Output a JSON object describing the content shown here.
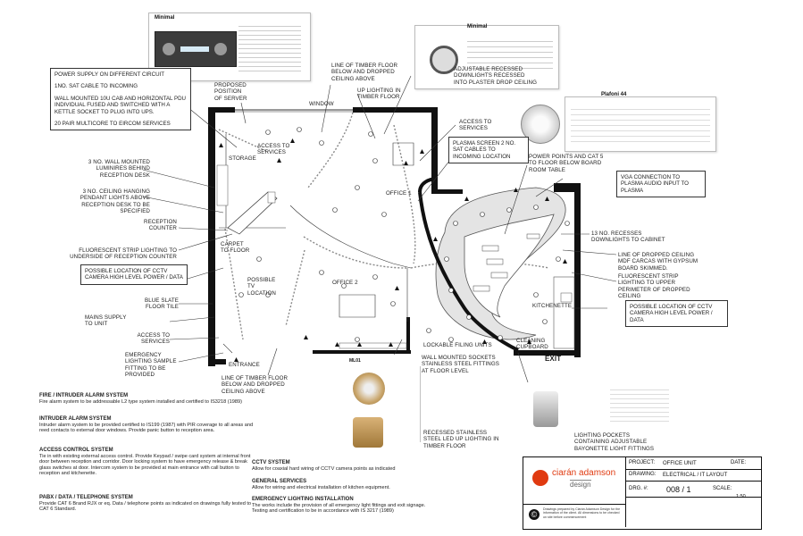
{
  "drawing": {
    "notes_left": {
      "power_supply": [
        "POWER SUPPLY ON DIFFERENT CIRCUIT",
        "1No. SAT CABLE TO INCOMING",
        "WALL MOUNTED 10U CAB AND HORIZONTAL PDU INDIVIDUAL FUSED AND SWITCHED WITH A KETTLE SOCKET TO PLUG INTO UPS.",
        "20 PAIR MULTICORE TO EIRCOM SERVICES"
      ],
      "wall_luminaires": "3 No. WALL MOUNTED LUMINIRES BEHIND RECEPTION DESK",
      "pendant_lights": "3 No. CEILING HANGING PENDANT LIGHTS ABOVE RECEPTION DESK TO BE SPECIFIED",
      "reception_counter": "RECEPTION COUNTER",
      "fluorescent_strip": "FLUORESCENT STRIP LIGHTING TO UNDERSIDE OF RECEPTION COUNTER",
      "cctv_reception": "POSSIBLE LOCATION OF CCTV CAMERA HIGH LEVEL POWER / DATA",
      "blue_slate": "BLUE SLATE FLOOR TILE",
      "mains_supply": "MAINS SUPPLY TO UNIT",
      "access_services_left": "ACCESS TO SERVICES",
      "emergency_lighting": "EMERGENCY LIGHTING SAMPLE FITTING TO BE PROVIDED"
    },
    "notes_top": {
      "server": "PROPOSED POSITION OF SERVER",
      "timber_floor_top": "LINE OF TIMBER FLOOR BELOW AND DROPPED CEILING ABOVE",
      "uplighting": "UP LIGHTING IN TIMBER FLOOR",
      "downlights_plaster": "ADJUSTABLE RECESSED DOWNLIGHTS RECESSED INTO PLASTER DROP CEILING",
      "access_services_top": "ACCESS TO SERVICES",
      "plasma_screen": "PLASMA SCREEN 2 No. SAT CABLES TO INCOMING LOCATION",
      "power_points": "POWER POINTS AND CAT 5 TO FLOOR BELOW BOARD ROOM TABLE"
    },
    "notes_right": {
      "vga": "VGA CONNECTION TO PLASMA AUDIO INPUT TO PLASMA",
      "recessed_downlights": "13 No. RECESSES DOWNLIGHTS TO CABINET",
      "dropped_ceiling": "LINE OF DROPPED CEILING MDF CARCAS WITH GYPSUM BOARD SKIMMED.",
      "fluorescent_upper": "FLUORESCENT STRIP LIGHTING TO UPPER PERIMETER OF DROPPED CEILING",
      "cctv_right": "POSSIBLE LOCATION OF CCTV CAMERA HIGH LEVEL POWER / DATA"
    },
    "notes_bottom": {
      "timber_floor_bottom": "LINE OF TIMBER FLOOR BELOW AND DROPPED CEILING ABOVE",
      "mounted_sockets": "WALL MOUNTED SOCKETS STAINLESS STEEL FITTINGS AT FLOOR LEVEL",
      "recessed_steel": "RECESSED STAINLESS STEEL LED UP LIGHTING IN TIMBER FLOOR",
      "lighting_pockets": "LIGHTING POCKETS CONTAINING ADJUSTABLE BAYONETTE LIGHT FITTINGS"
    },
    "room_labels": {
      "window": "WINDOW",
      "storage": "STORAGE",
      "access_services_plan": "ACCESS TO SERVICES",
      "office1": "OFFICE 1",
      "office2": "OFFICE 2",
      "carpet": "CARPET TO FLOOR",
      "tv_location": "POSSIBLE TV LOCATION",
      "kitchenette": "KITCHENETTE",
      "filing": "LOCKABLE FILING UNITS",
      "cleaning": "CLEANING CUPBOARD",
      "entrance": "ENTRANCE",
      "exit": "EXIT"
    },
    "product_cards": {
      "minimal_left": "Minimal",
      "minimal_right": "Minimal",
      "plafoni": "Plafoni 44",
      "ml01": "ML01"
    }
  },
  "specifications": [
    {
      "heading": "FIRE / INTRUDER ALARM SYSTEM",
      "text": "Fire alarm system to be addressable L2 type system installed and certified to IS3218 (1989)"
    },
    {
      "heading": "INTRUDER ALARM SYSTEM",
      "text": "Intruder alarm system to be provided certified to IS199 (1987) with PIR coverage to all areas and reed contacts to external door windows. Provide panic button to reception area."
    },
    {
      "heading": "ACCESS CONTROL SYSTEM",
      "text": "Tie in with existing external access control. Provide Keypad / swipe card system at internal front door between reception and corridor. Door locking system to have emergency release & break glass switches at door. Intercom system to be provided at main entrance with call button to reception and kitchenette."
    },
    {
      "heading": "PABX / DATA / TELEPHONE SYSTEM",
      "text": "Provide CAT 6 Brand RJX or eq. Data / telephone points as indicated on drawings fully tested to CAT 6 Standard."
    }
  ],
  "specifications_mid": [
    {
      "heading": "CCTV SYSTEM",
      "text": "Allow for coaxial hard wiring of CCTV camera points as indicated"
    },
    {
      "heading": "GENERAL SERVICES",
      "text": "Allow for wiring and electrical installation of kitchen equipment."
    },
    {
      "heading": "EMERGENCY LIGHTING INSTALLATION",
      "text": "The works include the provision of all emergency light fittings and exit signage. Testing and certification to be in accordance with IS 3217 (1989)"
    }
  ],
  "title_block": {
    "company": "ciarán adamson",
    "company_sub": "design",
    "project_label": "PROJECT:",
    "project": "OFFICE UNIT",
    "date_label": "DATE:",
    "drawing_label": "DRAWING:",
    "drawing": "ELECTRICAL / IT LAYOUT",
    "drg_label": "DRG. #:",
    "drg": "008 / 1",
    "scale_label": "SCALE:",
    "scale": "1:50",
    "copyright": "Drawings prepared by Ciarán Adamson Design for the information of the client. All dimensions to be checked on site before commencement"
  },
  "colors": {
    "logo_red": "#e03a10",
    "wall": "#111111"
  }
}
